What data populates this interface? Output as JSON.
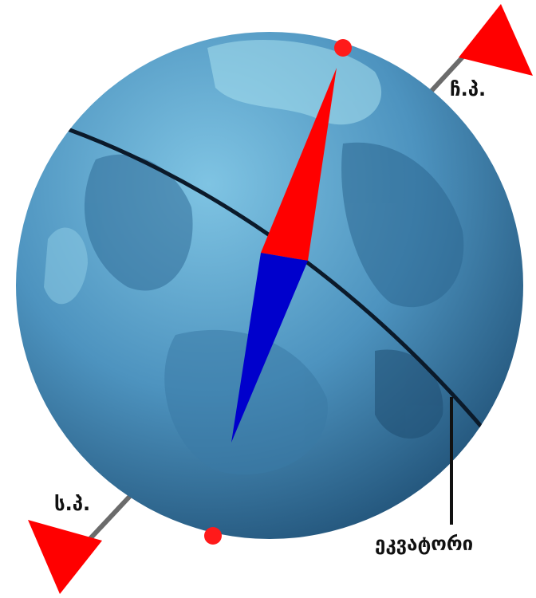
{
  "labels": {
    "north_pole": "ჩ.პ.",
    "south_pole": "ს.პ.",
    "equator": "ეკვატორი"
  },
  "colors": {
    "globe_light": "#7fc4e3",
    "globe_mid": "#4d93bf",
    "globe_dark": "#23557b",
    "compass_north": "#ff0000",
    "compass_south": "#0000cc",
    "pole_flag": "#ff0000",
    "equator_line": "#0b1a2a"
  }
}
